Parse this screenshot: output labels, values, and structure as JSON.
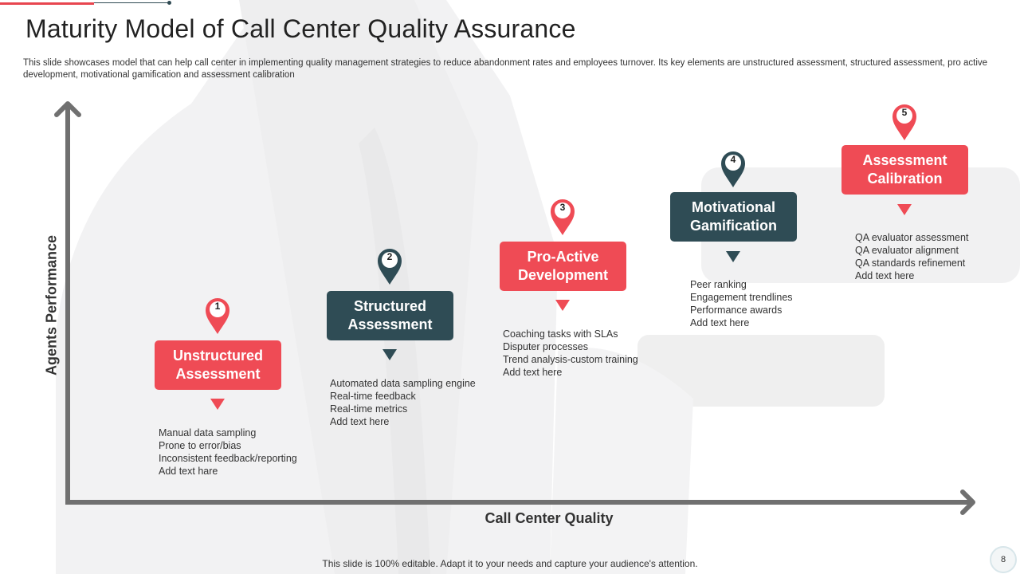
{
  "slide": {
    "title": "Maturity Model of Call Center Quality Assurance",
    "subtitle": "This slide showcases model that can help call center in implementing quality management strategies to reduce abandonment rates and employees turnover. Its key elements are unstructured assessment, structured assessment, pro active development, motivational gamification and assessment calibration",
    "footer": "This slide is 100% editable. Adapt it to your needs and capture your audience's attention.",
    "page_number": "8"
  },
  "axes": {
    "y_label": "Agents Performance",
    "x_label": "Call Center Quality"
  },
  "colors": {
    "accent_red": "#ef4b55",
    "accent_dark": "#2f4c55"
  },
  "steps": [
    {
      "number": "1",
      "title": "Unstructured Assessment",
      "color": "red",
      "bullets": [
        "Manual data sampling",
        "Prone to error/bias",
        "Inconsistent feedback/reporting",
        "Add text hare"
      ]
    },
    {
      "number": "2",
      "title": "Structured Assessment",
      "color": "dark",
      "bullets": [
        "Automated data sampling engine",
        "Real-time feedback",
        "Real-time  metrics",
        "Add text here"
      ]
    },
    {
      "number": "3",
      "title": "Pro-Active Development",
      "color": "red",
      "bullets": [
        "Coaching tasks with SLAs",
        "Disputer processes",
        "Trend  analysis-custom training",
        "Add text here"
      ]
    },
    {
      "number": "4",
      "title": "Motivational Gamification",
      "color": "dark",
      "bullets": [
        "Peer ranking",
        "Engagement  trendlines",
        "Performance  awards",
        "Add text here"
      ]
    },
    {
      "number": "5",
      "title": "Assessment Calibration",
      "color": "red",
      "bullets": [
        "QA evaluator  assessment",
        "QA evaluator  alignment",
        "QA standards  refinement",
        "Add text here"
      ]
    }
  ]
}
